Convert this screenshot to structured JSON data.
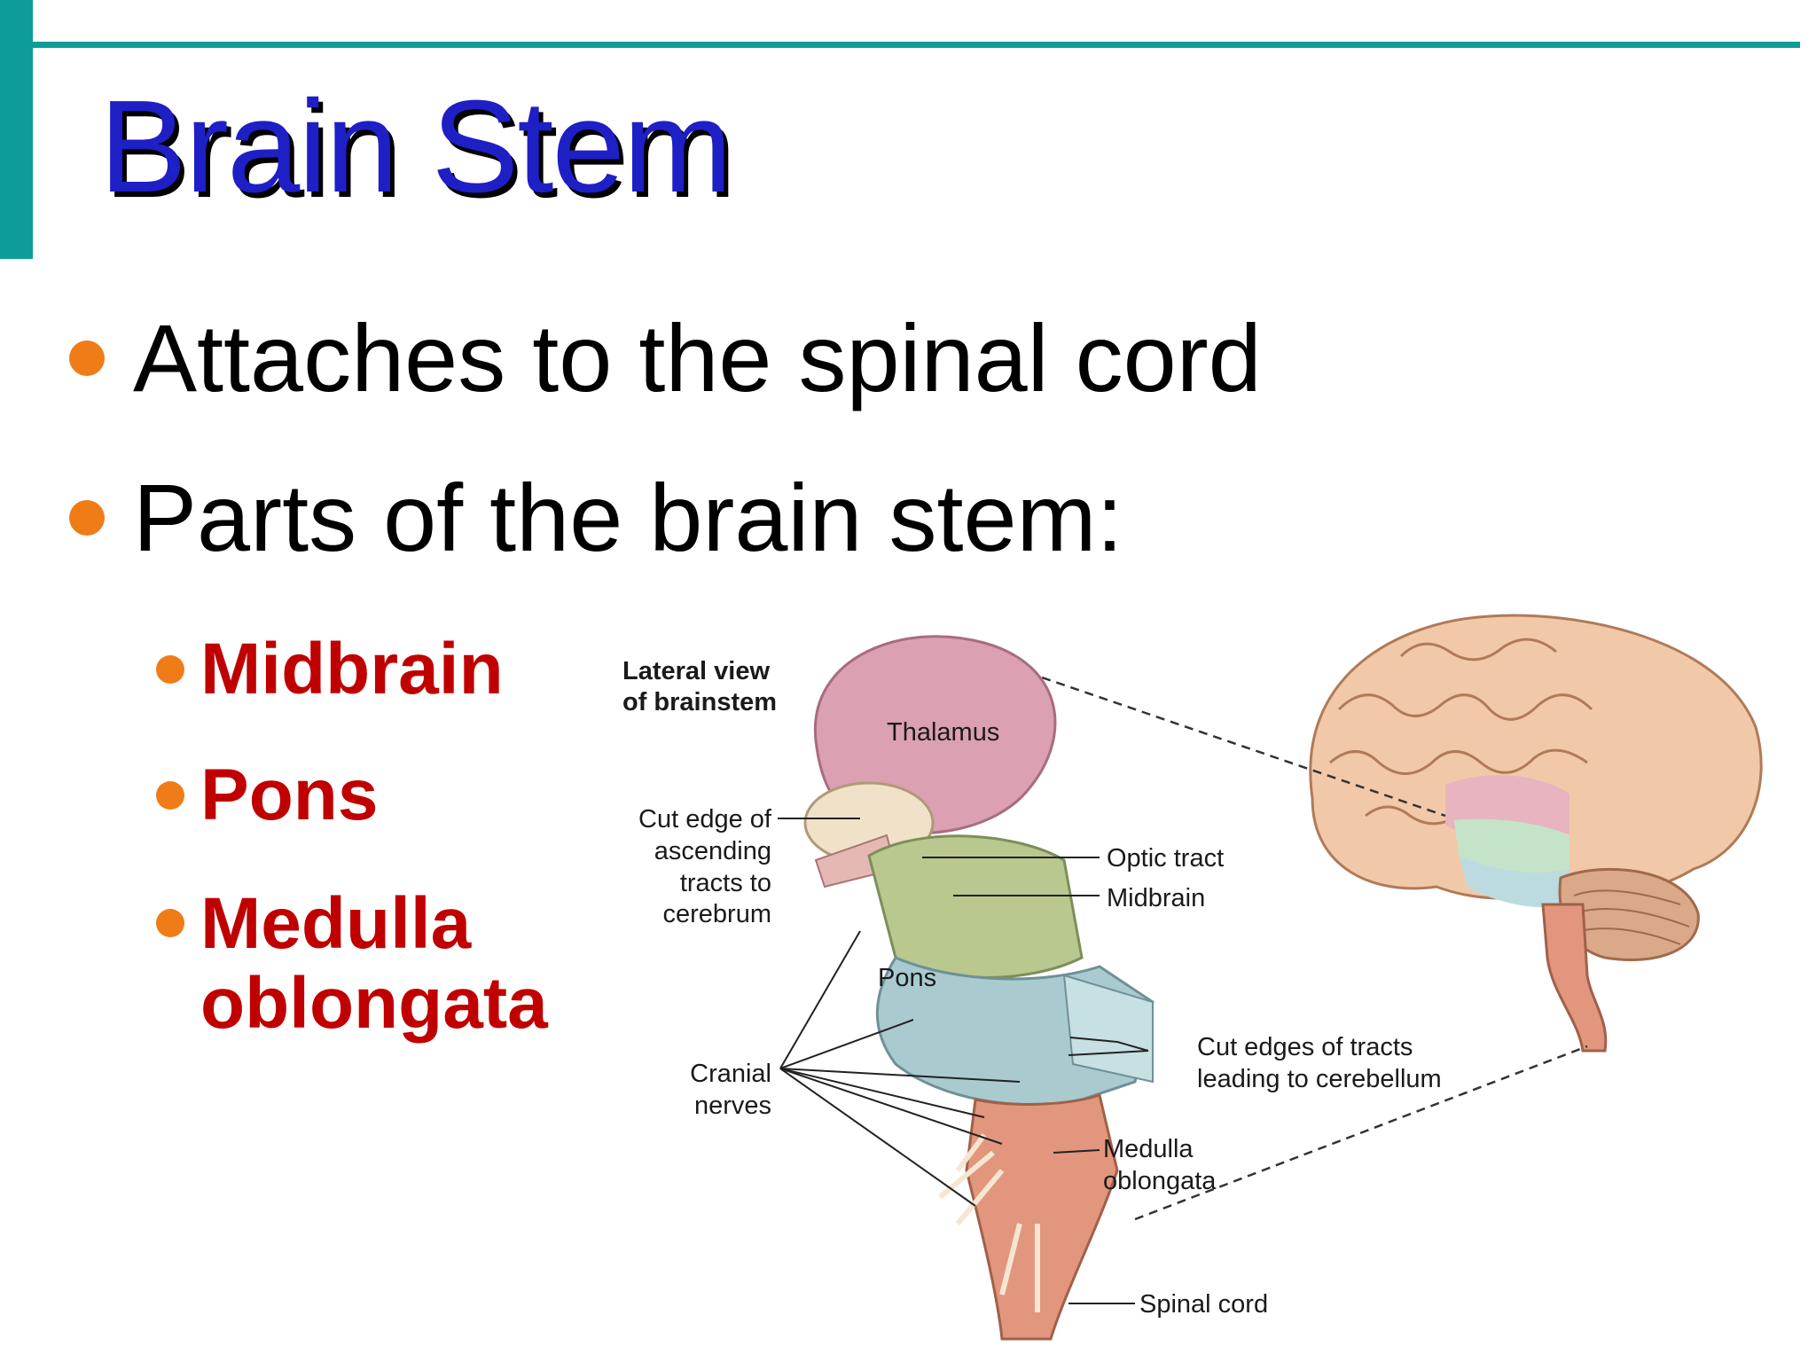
{
  "slide": {
    "title": "Brain Stem",
    "bullets": [
      "Attaches to the spinal cord",
      "Parts of the brain stem:"
    ],
    "sub_bullets": [
      "Midbrain",
      "Pons",
      "Medulla",
      "oblongata"
    ]
  },
  "colors": {
    "accent_bar": "#0e9c98",
    "title_text": "#1f1fc6",
    "bullet_dot": "#f07c18",
    "sub_bullet_text": "#c00000"
  },
  "figure": {
    "caption_line1": "Lateral view",
    "caption_line2": "of brainstem",
    "labels": {
      "thalamus": "Thalamus",
      "cut_edge_1": "Cut edge of",
      "cut_edge_2": "ascending",
      "cut_edge_3": "tracts to",
      "cut_edge_4": "cerebrum",
      "optic_tract": "Optic tract",
      "midbrain": "Midbrain",
      "pons": "Pons",
      "cut_edges_cb_1": "Cut edges of tracts",
      "cut_edges_cb_2": "leading to cerebellum",
      "cranial_1": "Cranial",
      "cranial_2": "nerves",
      "medulla_1": "Medulla",
      "medulla_2": "oblongata",
      "spinal_cord": "Spinal cord"
    }
  }
}
